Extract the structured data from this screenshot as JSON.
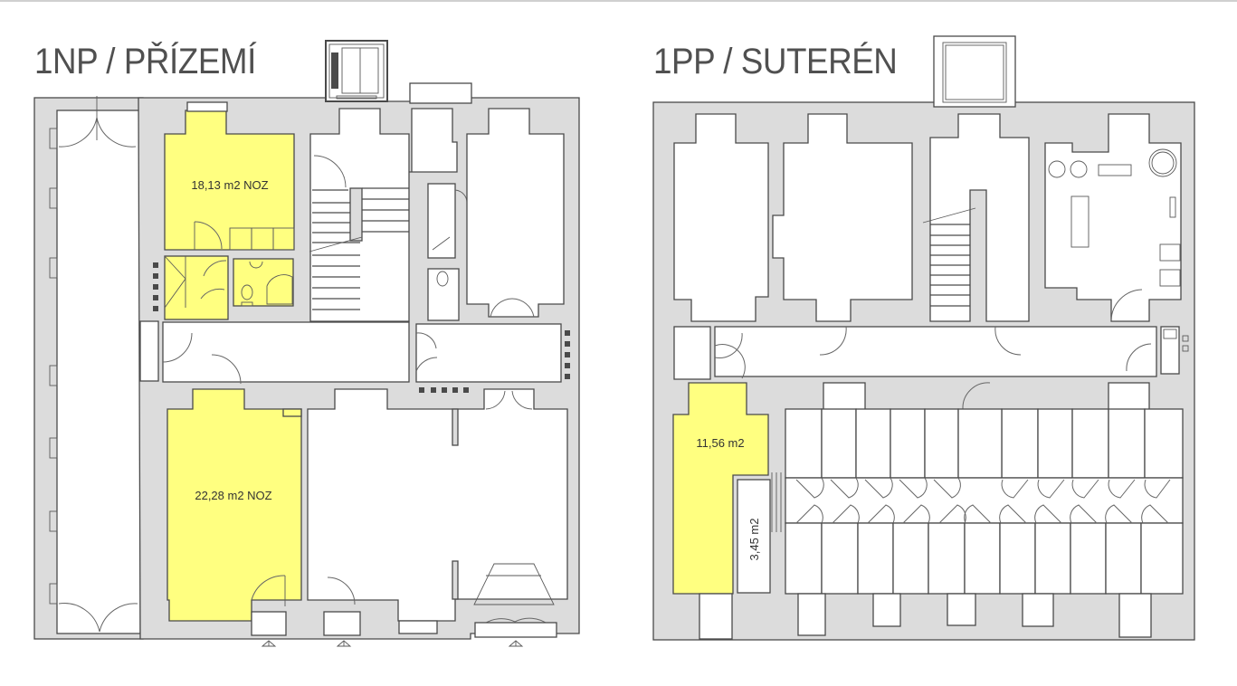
{
  "plans": [
    {
      "id": "1np",
      "title": "1NP / PŘÍZEMÍ",
      "rooms": [
        {
          "label": "18,13 m2 NOZ",
          "highlight": true
        },
        {
          "label": "22,28 m2 NOZ",
          "highlight": true
        }
      ]
    },
    {
      "id": "1pp",
      "title": "1PP / SUTERÉN",
      "rooms": [
        {
          "label": "11,56 m2",
          "highlight": true
        },
        {
          "label": "3,45 m2",
          "highlight": false
        }
      ]
    }
  ],
  "colors": {
    "wall": "#dcdcdc",
    "highlight": "#ffff80",
    "line": "#4a4a4a",
    "title": "#505050"
  },
  "icons": [
    "entrance-arrow-icon",
    "door-swing-icon",
    "staircase-icon",
    "elevator-icon",
    "toilet-icon",
    "shower-icon",
    "sink-icon",
    "boiler-icon",
    "switch-icon"
  ]
}
